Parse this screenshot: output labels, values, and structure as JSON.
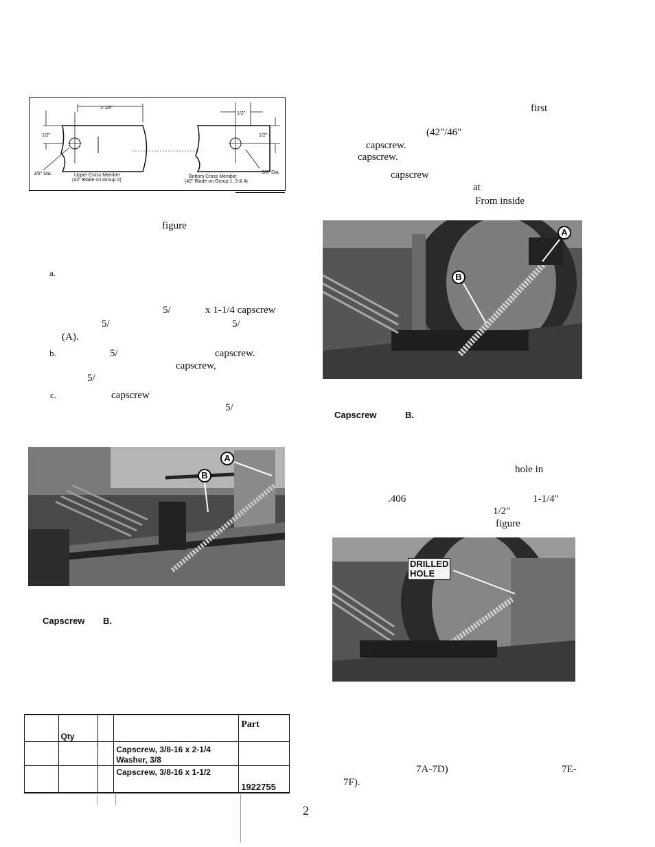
{
  "diagram": {
    "dim_top": "2-1/8\"",
    "dim_half_left": "1/2\"",
    "dim_half_right_top": "1/2\"",
    "dim_half_right_side": "1/2\"",
    "dia_left": "3/8\" Dia.",
    "dia_right": "3/8\" Dia.",
    "caption_left_1": "Upper Cross Member",
    "caption_left_2": "(42\" Blade on Group 2)",
    "caption_right_1": "Bottom Cross Member",
    "caption_right_2": "(42\" Blade on Group 1, 3 & 4)"
  },
  "left_text": {
    "figure_word": "figure",
    "step_a": "a.",
    "frag_5_1": "5/",
    "frag_capscrew_1": "x 1-1/4 capscrew",
    "frag_5_2": "5/",
    "frag_5_3": "5/",
    "frag_A": "(A).",
    "step_b": "b.",
    "frag_5_4": "5/",
    "frag_capscrew_2": "capscrew.",
    "frag_capscrew_3": "capscrew,",
    "frag_5_5": "5/",
    "step_c": "c.",
    "frag_capscrew_4": "capscrew",
    "frag_5_6": "5/"
  },
  "left_photo": {
    "callout_a": "A",
    "callout_b": "B"
  },
  "left_caption": {
    "capscrew": "Capscrew",
    "b": "B."
  },
  "parts_table": {
    "header_qty": "Qty",
    "header_part": "Part",
    "row1_desc": "Capscrew, 3/8-16 x 2-1/4",
    "row1_desc2": "Washer, 3/8",
    "row2_desc": "Capscrew, 3/8-16 x 1-1/2",
    "row2_part": "1922755"
  },
  "page_number": "2",
  "right_text": {
    "first": "first",
    "size": "(42\"/46\"",
    "capscrew_1": "capscrew.",
    "capscrew_2": "capscrew.",
    "capscrew_3": "capscrew",
    "at": "at",
    "from_inside": "From inside"
  },
  "right_photo_1": {
    "callout_a": "A",
    "callout_b": "B"
  },
  "right_caption": {
    "capscrew": "Capscrew",
    "b": "B."
  },
  "right_text_2": {
    "hole_in": "hole in",
    "dim_406": ".406",
    "dim_114": "1-1/4\"",
    "dim_12": "1/2\"",
    "figure": "figure"
  },
  "right_photo_2": {
    "label_1": "DRILLED",
    "label_2": "HOLE"
  },
  "right_text_3": {
    "ref_1": "7A-7D)",
    "ref_2": "7E-",
    "ref_3": "7F)."
  }
}
